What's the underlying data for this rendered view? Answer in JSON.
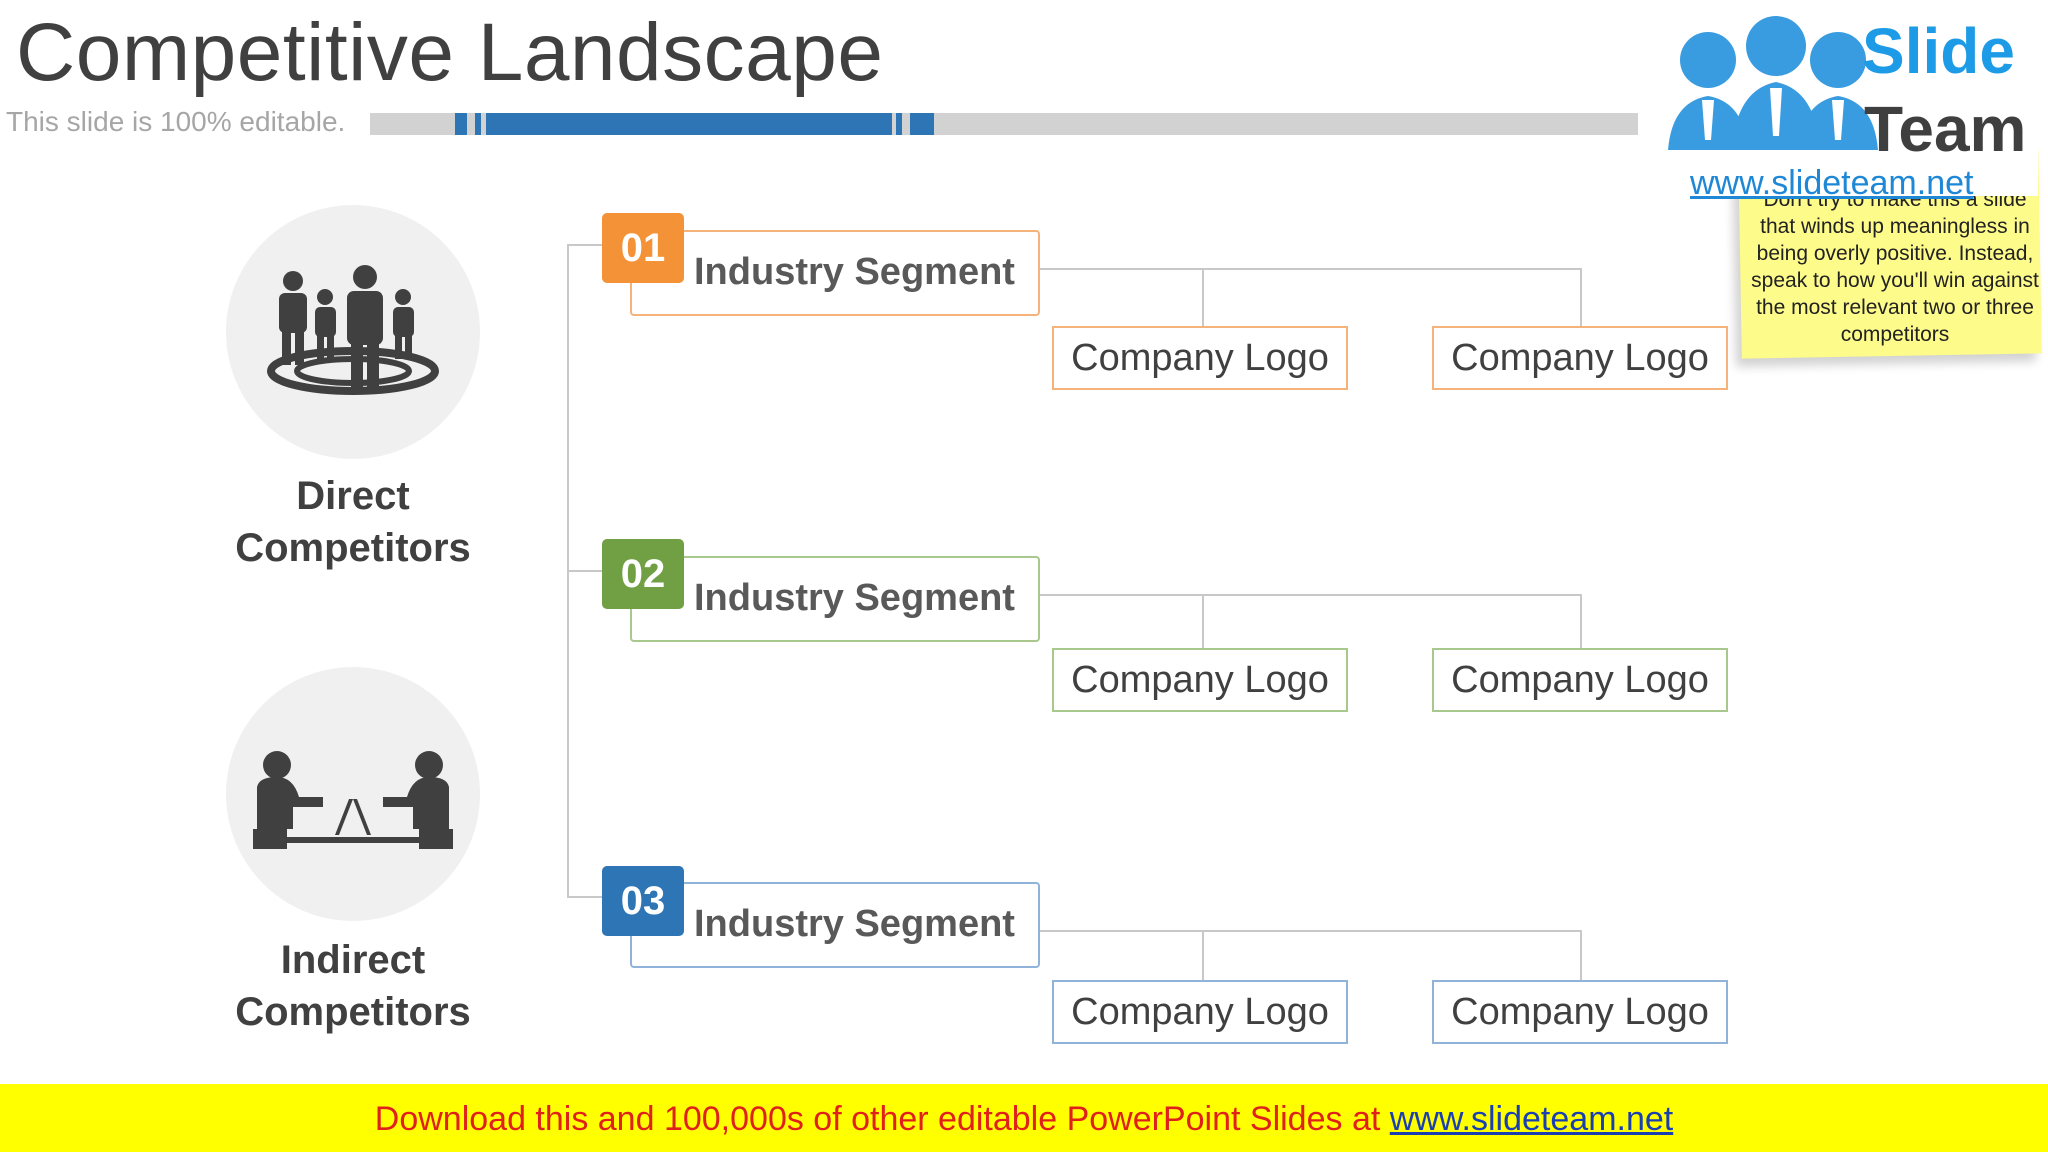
{
  "header": {
    "title": "Competitive Landscape",
    "subtitle": "This slide is 100% editable."
  },
  "brand": {
    "logo_word1": "Slide",
    "logo_word2": "Team",
    "url": "www.slideteam.net",
    "note": "Don't try to make this a slide that winds up meaningless in being overly positive. Instead, speak to how you'll win against the most relevant two or three competitors"
  },
  "categories": [
    {
      "label_line1": "Direct",
      "label_line2": "Competitors",
      "icon": "group-people-icon"
    },
    {
      "label_line1": "Indirect",
      "label_line2": "Competitors",
      "icon": "people-at-laptops-icon"
    }
  ],
  "segments": [
    {
      "number": "01",
      "label": "Industry Segment",
      "color": "#f39237",
      "logos": [
        "Company Logo",
        "Company Logo"
      ]
    },
    {
      "number": "02",
      "label": "Industry Segment",
      "color": "#70a043",
      "logos": [
        "Company Logo",
        "Company Logo"
      ]
    },
    {
      "number": "03",
      "label": "Industry Segment",
      "color": "#2e75b6",
      "logos": [
        "Company Logo",
        "Company Logo"
      ]
    }
  ],
  "footer": {
    "text": "Download this and 100,000s of other editable PowerPoint Slides at ",
    "link": "www.slideteam.net"
  },
  "colors": {
    "accent_blue": "#2e75b6",
    "orange": "#f39237",
    "green": "#70a043",
    "footer_bg": "#ffff00",
    "footer_text": "#e0201b"
  }
}
